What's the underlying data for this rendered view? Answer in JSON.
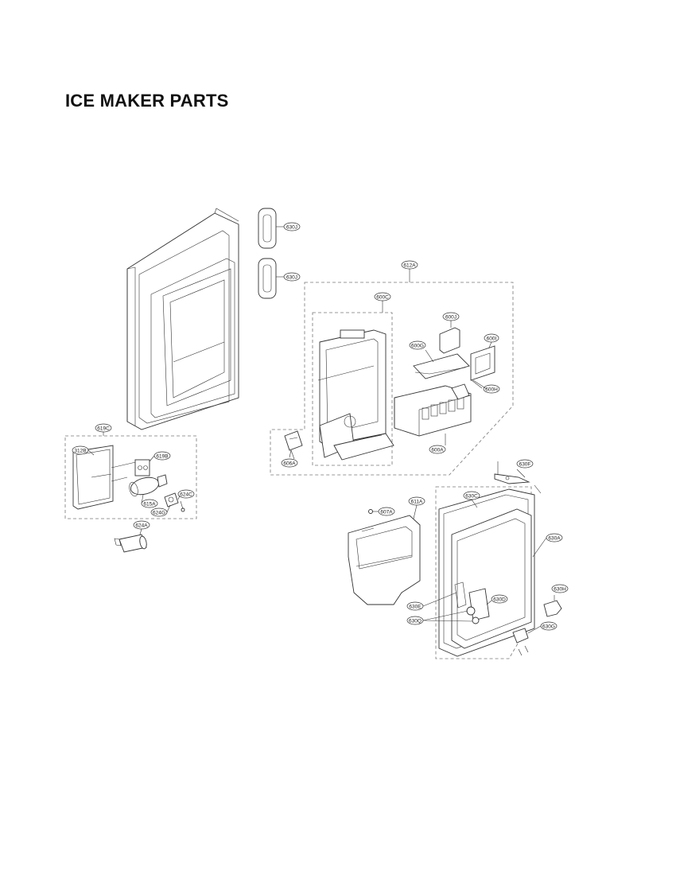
{
  "title": "ICE MAKER PARTS",
  "callouts": {
    "c630J_a": "630J",
    "c630J_b": "630J",
    "c612A": "612A",
    "c600C": "600C",
    "c600J": "600J",
    "c600G": "600G",
    "c600I": "600I",
    "c600H": "600H",
    "c600A": "600A",
    "c606A": "606A",
    "c619C": "619C",
    "c312B": "312B",
    "c619B": "619B",
    "c624C": "624C",
    "c615A": "615A",
    "c624G": "624G",
    "c624A": "624A",
    "c630F": "630F",
    "c607A": "607A",
    "c611A": "611A",
    "c630C": "630C",
    "c630A": "630A",
    "c630D": "630D",
    "c630E": "630E",
    "c630Q": "630Q",
    "c630H": "630H",
    "c630G": "630G"
  }
}
